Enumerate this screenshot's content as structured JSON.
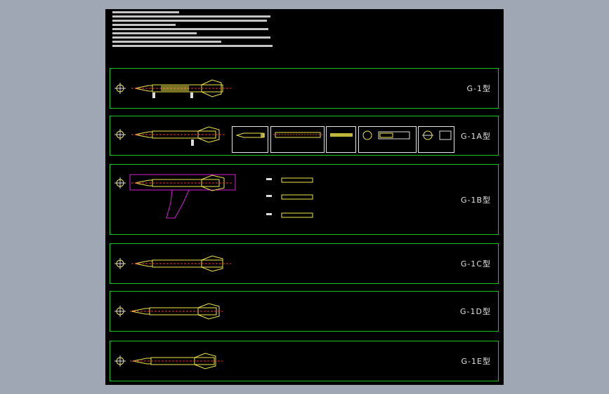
{
  "drawing": {
    "background_color": "#000000",
    "frame_color": "#18c41a",
    "part_color": "#f0e44a",
    "accent_color": "#d81cd8",
    "notes_lines": 9
  },
  "panels": [
    {
      "id": "g1",
      "label": "G-1型"
    },
    {
      "id": "g1a",
      "label": "G-1A型"
    },
    {
      "id": "g1b",
      "label": "G-1B型"
    },
    {
      "id": "g1c",
      "label": "G-1C型"
    },
    {
      "id": "g1d",
      "label": "G-1D型"
    },
    {
      "id": "g1e",
      "label": "G-1E型"
    }
  ]
}
